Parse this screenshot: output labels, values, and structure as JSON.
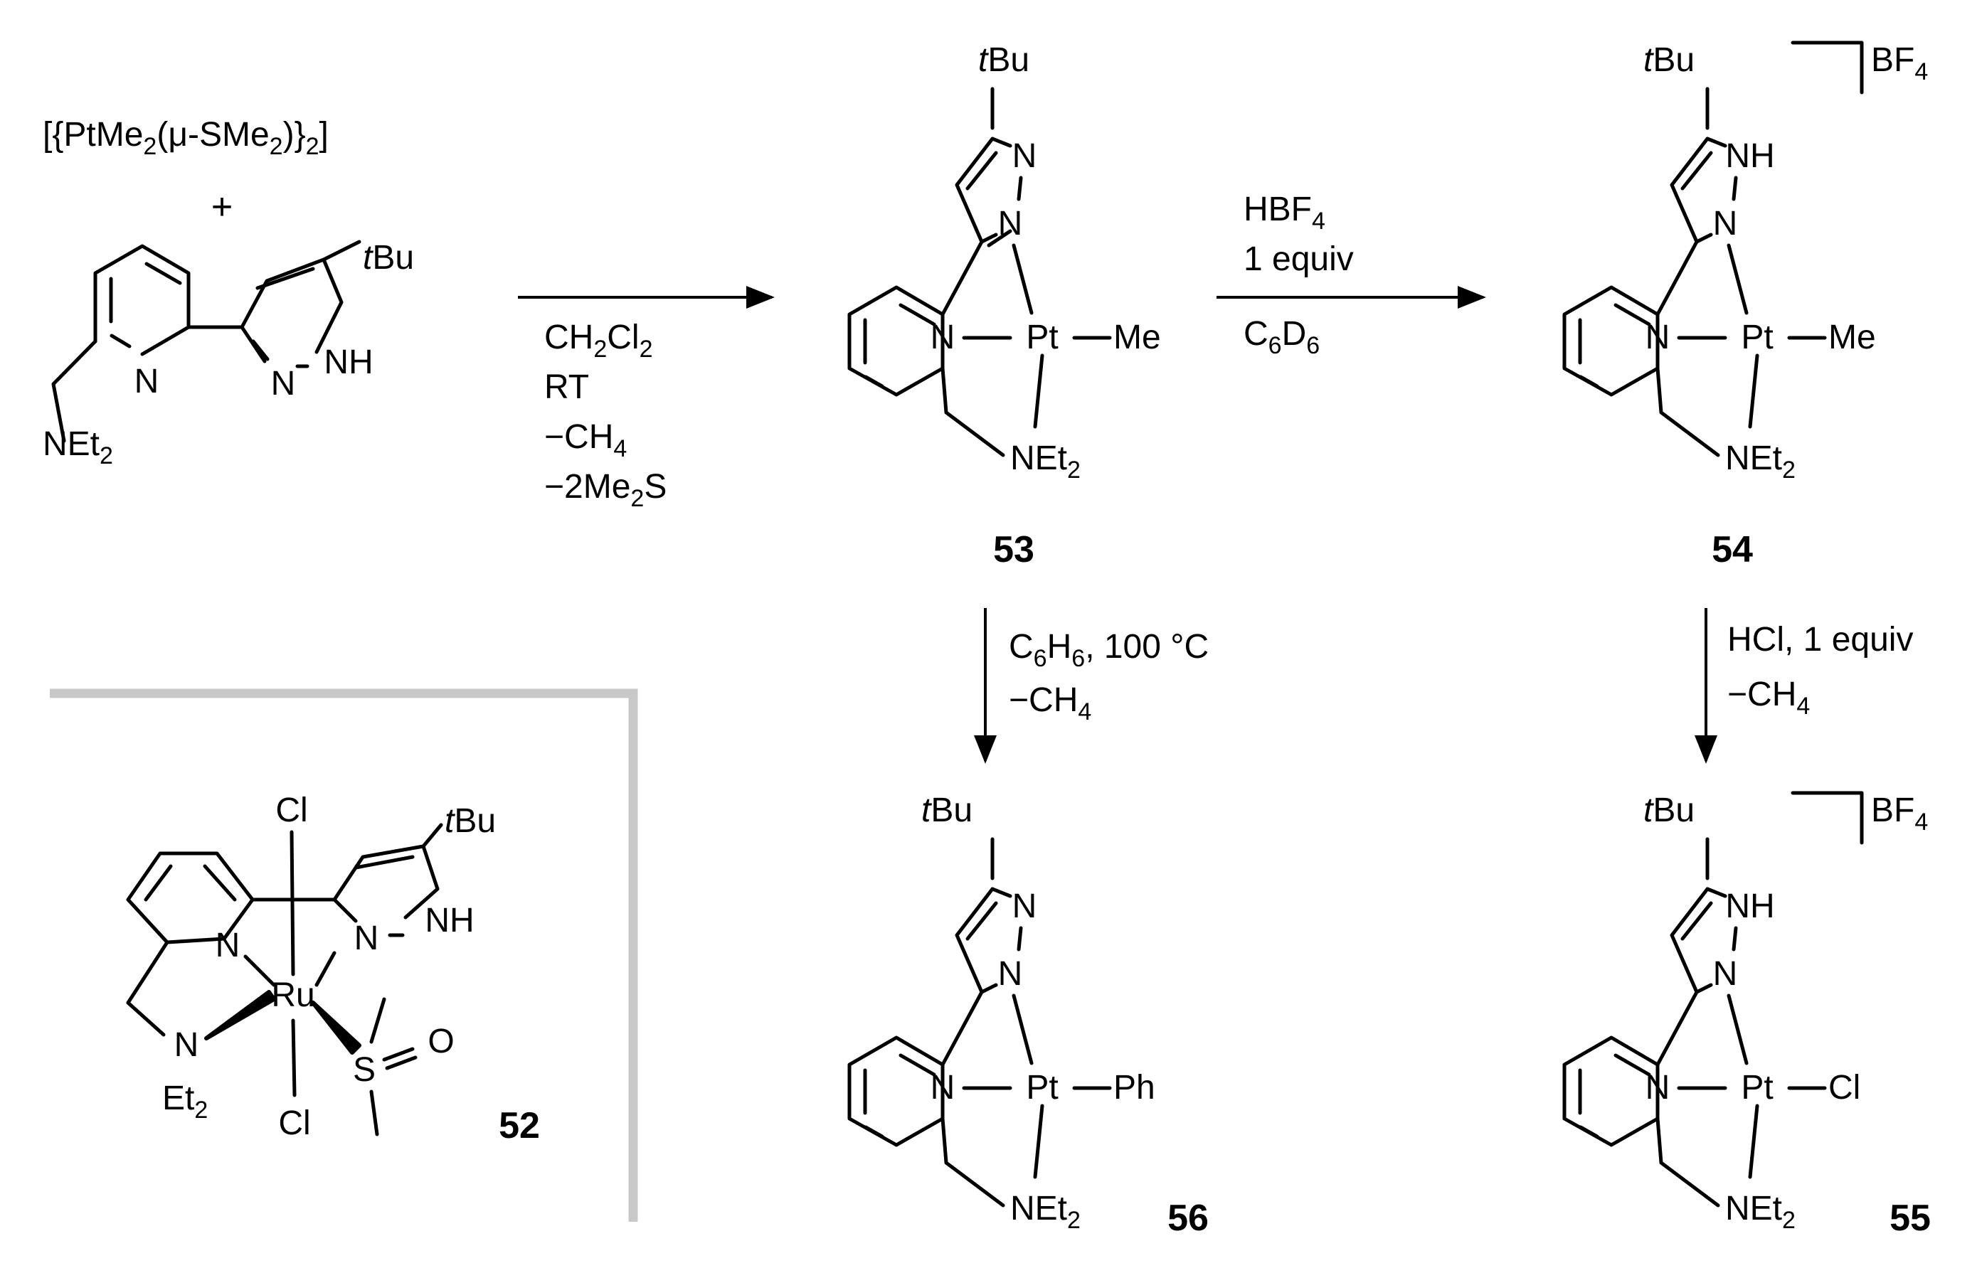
{
  "reactant_1": "[{PtMe2(μ-SMe2)}2]",
  "plus_sign": "+",
  "ligand_labels": {
    "tbu": "tBu",
    "n": "N",
    "nh": "NH",
    "n_amine": "NEt2"
  },
  "step_1_conditions": [
    "CH2Cl2",
    "RT",
    "−CH4",
    "−2Me2S"
  ],
  "step_2_conditions": [
    "HBF4",
    "1 equiv",
    "C6D6"
  ],
  "step_3_conditions": [
    "C6H6, 100 °C",
    "−CH4"
  ],
  "step_4_conditions": [
    "HCl, 1 equiv",
    "−CH4"
  ],
  "compounds": [
    {
      "id": "53",
      "metal": "Pt",
      "ligand": "Me",
      "pz_n": "N",
      "counterion": ""
    },
    {
      "id": "54",
      "metal": "Pt",
      "ligand": "Me",
      "pz_n": "NH",
      "counterion": "BF4"
    },
    {
      "id": "56",
      "metal": "Pt",
      "ligand": "Ph",
      "pz_n": "N",
      "counterion": ""
    },
    {
      "id": "55",
      "metal": "Pt",
      "ligand": "Cl",
      "pz_n": "NH",
      "counterion": "BF4"
    }
  ],
  "ru_complex": {
    "id": "52",
    "metal": "Ru",
    "axial_top": "Cl",
    "axial_bottom": "Cl",
    "pyridine_n": "N",
    "pyrazole_n": "N",
    "nh": "NH",
    "tbu": "tBu",
    "amine_n": "N",
    "amine_sub": "Et2",
    "sulfur": "S",
    "oxygen": "O"
  }
}
